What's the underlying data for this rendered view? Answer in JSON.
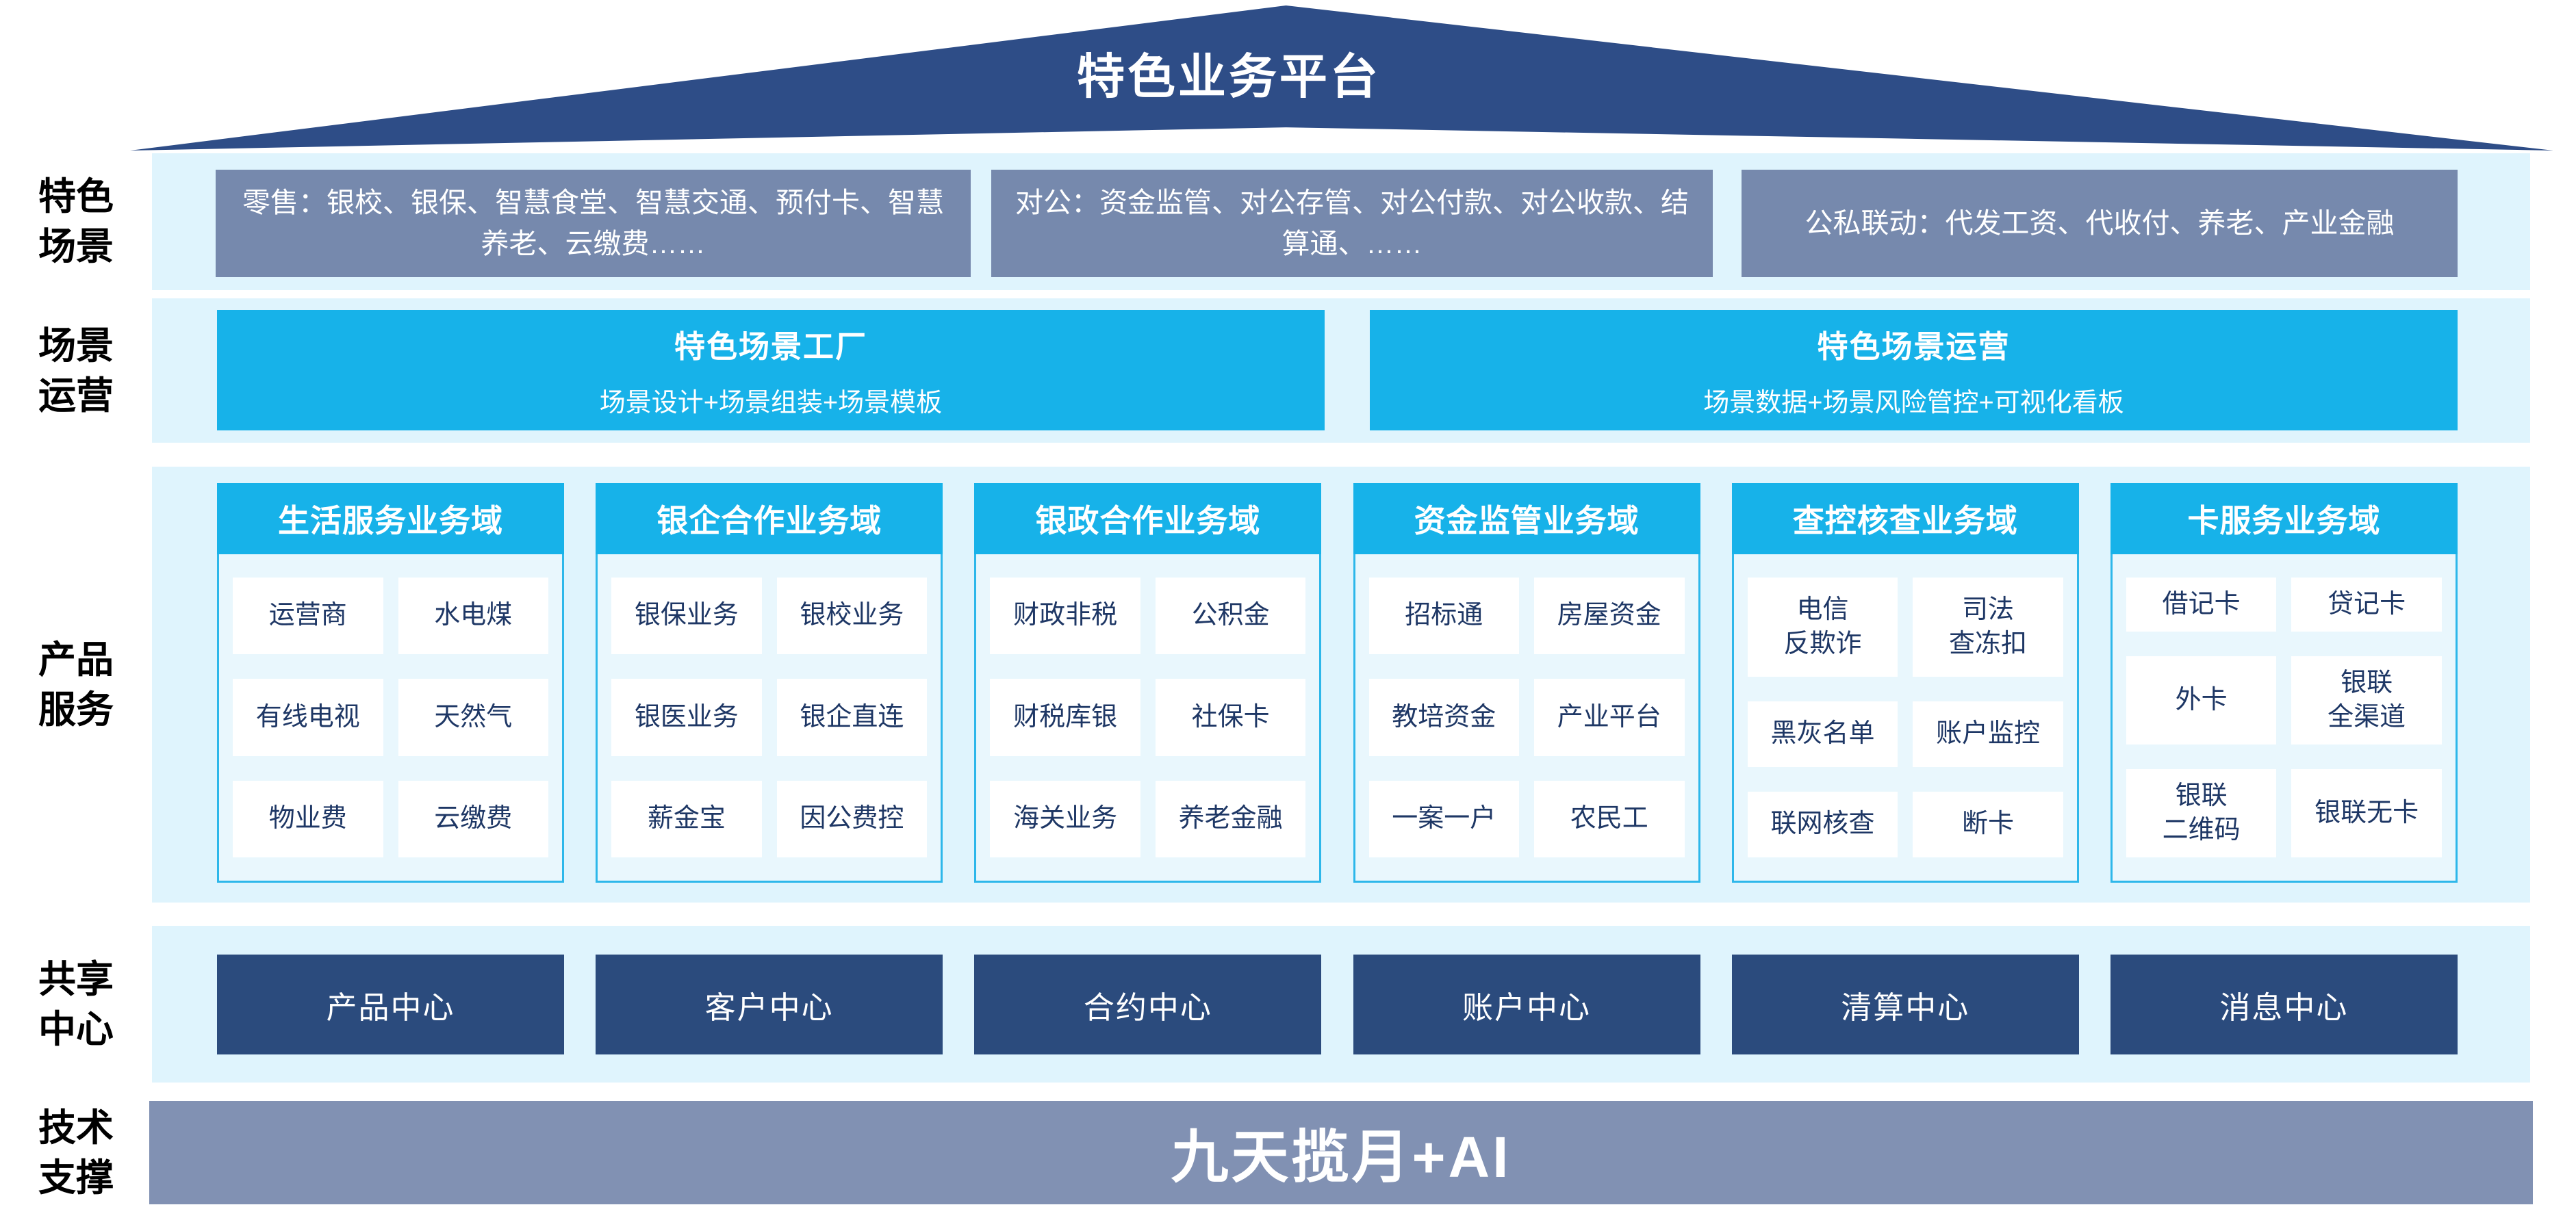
{
  "title": "特色业务平台",
  "colors": {
    "roof_navy": "#2e4d87",
    "band_light_blue": "#dff4fd",
    "scene_gray_blue": "#7689ad",
    "accent_cyan": "#17b2e9",
    "domain_body_blue": "#e9f7fd",
    "domain_border_cyan": "#2db7ea",
    "item_text_navy": "#1e3765",
    "center_navy": "#2b4b7d",
    "tech_bar_gray_blue": "#8191b3"
  },
  "rows": {
    "scenes": {
      "label": "特色\n场景",
      "boxes": [
        "零售：银校、银保、智慧食堂、智慧交通、预付卡、智慧养老、云缴费……",
        "对公：资金监管、对公存管、对公付款、对公收款、结算通、……",
        "公私联动：代发工资、代收付、养老、产业金融"
      ]
    },
    "operations": {
      "label": "场景\n运营",
      "boxes": [
        {
          "title": "特色场景工厂",
          "subtitle": "场景设计+场景组装+场景模板"
        },
        {
          "title": "特色场景运营",
          "subtitle": "场景数据+场景风险管控+可视化看板"
        }
      ]
    },
    "products": {
      "label": "产品\n服务",
      "columns": [
        {
          "header": "生活服务业务域",
          "items": [
            "运营商",
            "水电煤",
            "有线电视",
            "天然气",
            "物业费",
            "云缴费"
          ]
        },
        {
          "header": "银企合作业务域",
          "items": [
            "银保业务",
            "银校业务",
            "银医业务",
            "银企直连",
            "薪金宝",
            "因公费控"
          ]
        },
        {
          "header": "银政合作业务域",
          "items": [
            "财政非税",
            "公积金",
            "财税库银",
            "社保卡",
            "海关业务",
            "养老金融"
          ]
        },
        {
          "header": "资金监管业务域",
          "items": [
            "招标通",
            "房屋资金",
            "教培资金",
            "产业平台",
            "一案一户",
            "农民工"
          ]
        },
        {
          "header": "查控核查业务域",
          "items": [
            "电信\n反欺诈",
            "司法\n查冻扣",
            "黑灰名单",
            "账户监控",
            "联网核查",
            "断卡"
          ]
        },
        {
          "header": "卡服务业务域",
          "items": [
            "借记卡",
            "贷记卡",
            "外卡",
            "银联\n全渠道",
            "银联\n二维码",
            "银联无卡"
          ]
        }
      ]
    },
    "shared": {
      "label": "共享\n中心",
      "centers": [
        "产品中心",
        "客户中心",
        "合约中心",
        "账户中心",
        "清算中心",
        "消息中心"
      ]
    },
    "tech": {
      "label": "技术\n支撑",
      "bar": "九天揽月+AI"
    }
  }
}
